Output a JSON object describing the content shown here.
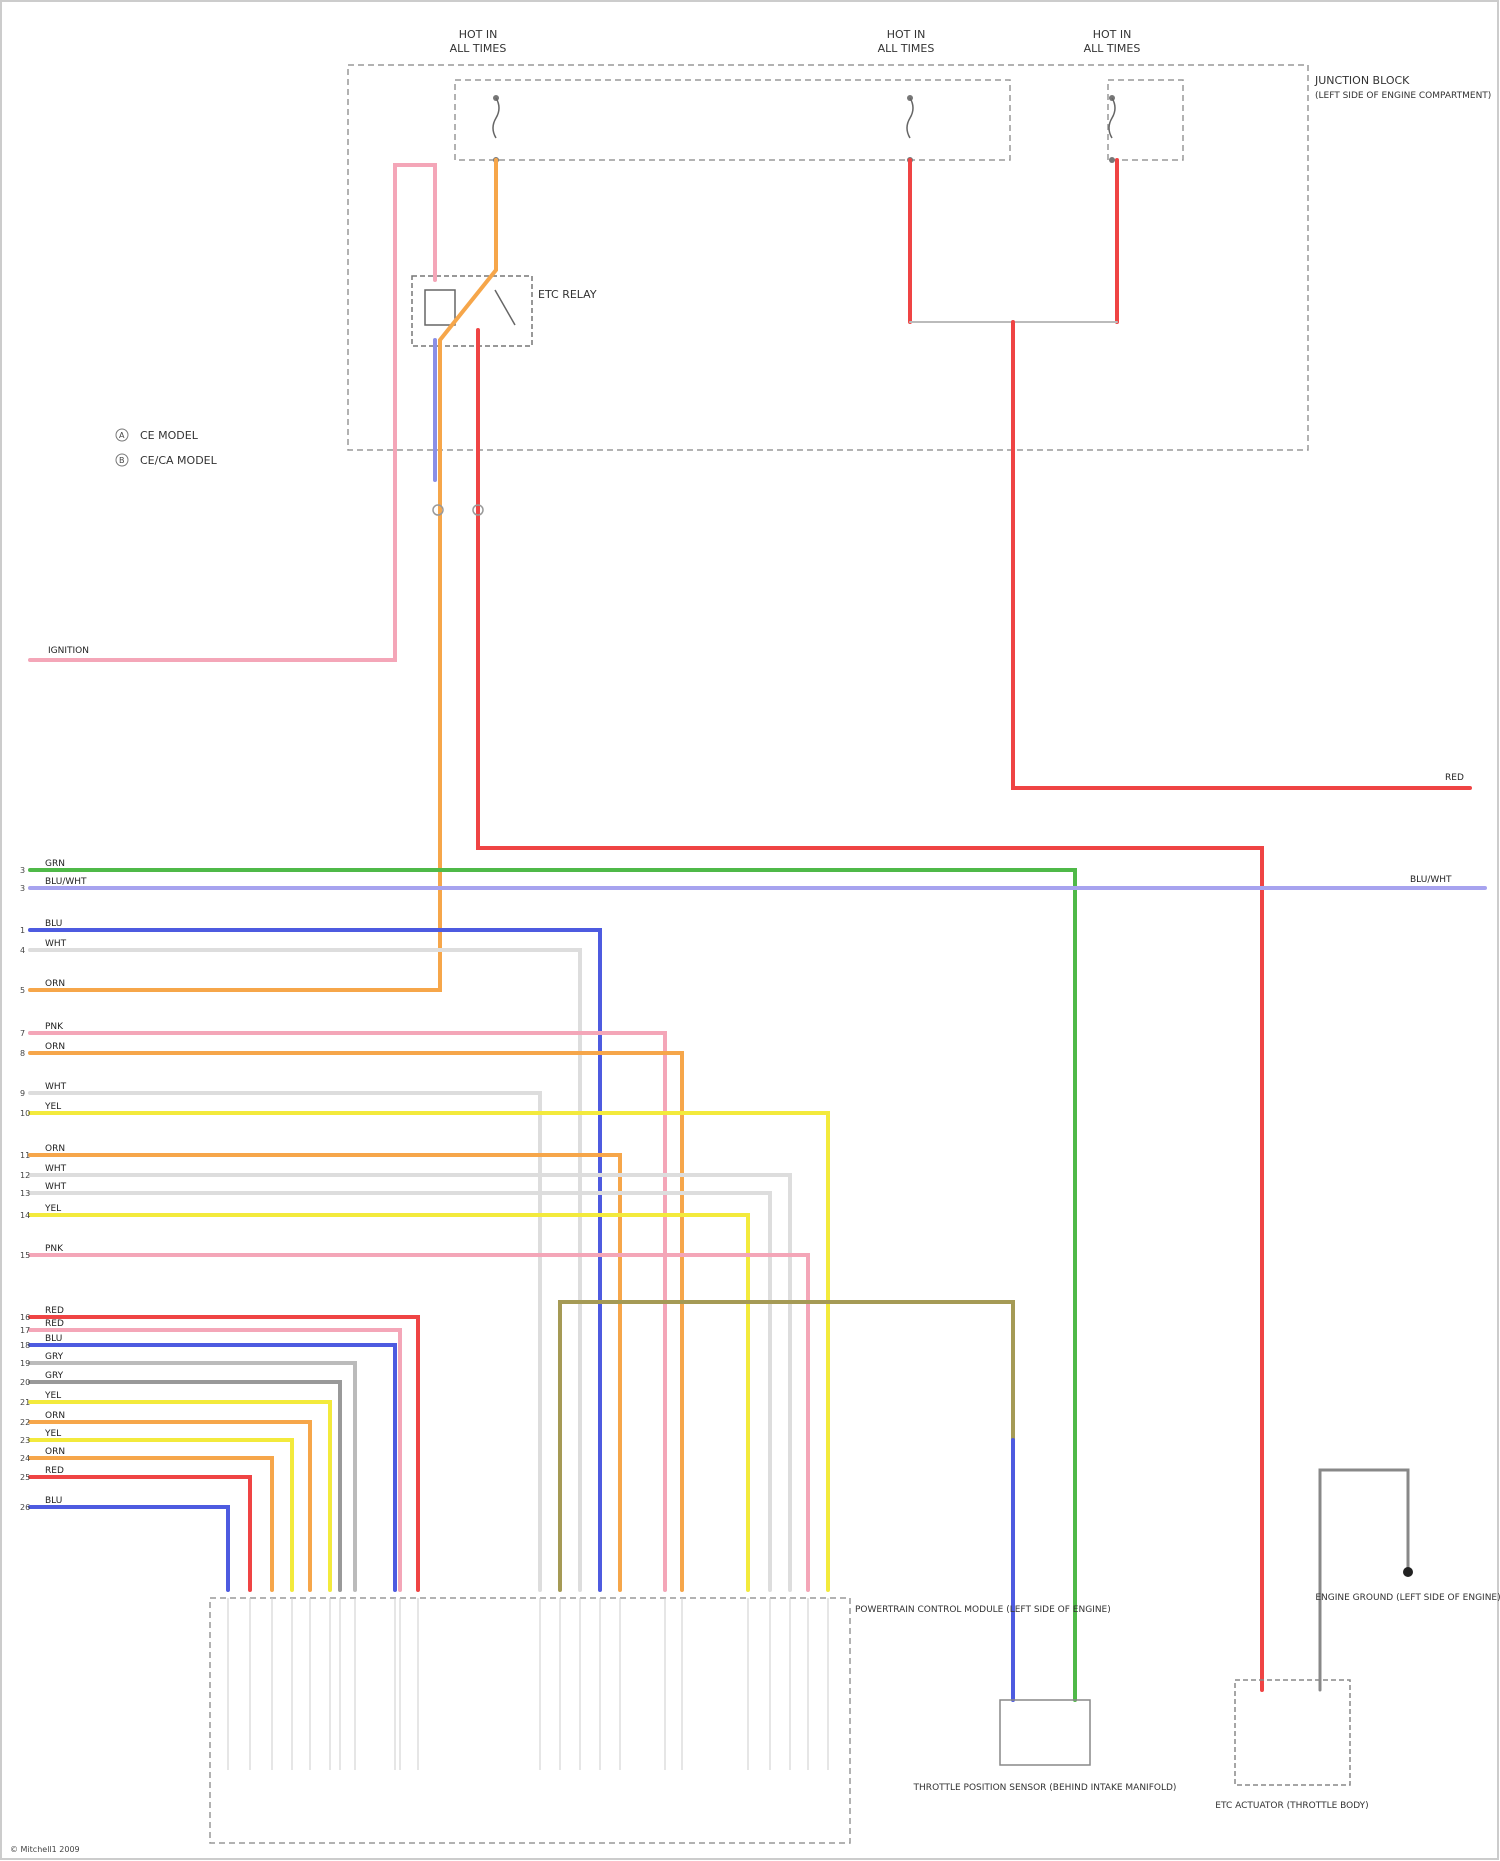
{
  "fuses": [
    {
      "top": "HOT IN",
      "mid": "ALL TIMES"
    },
    {
      "top": "HOT IN",
      "mid": "ALL TIMES"
    },
    {
      "top": "HOT IN",
      "mid": "ALL TIMES"
    }
  ],
  "junction_block": {
    "name": "JUNCTION BLOCK",
    "sub": "(LEFT SIDE OF ENGINE COMPARTMENT)"
  },
  "relay": {
    "name": "ETC RELAY"
  },
  "legend": {
    "a": "CE MODEL",
    "b": "CE/CA MODEL"
  },
  "left_label_top": "IGNITION",
  "right_label_red": "RED",
  "right_label_blu": "BLU/WHT",
  "left_wires": [
    {
      "n": "3",
      "c": "GRN"
    },
    {
      "n": "3",
      "c": "BLU/WHT"
    },
    {
      "n": "1",
      "c": "BLU"
    },
    {
      "n": "4",
      "c": "WHT"
    },
    {
      "n": "5",
      "c": "ORN"
    },
    {
      "n": "7",
      "c": "PNK"
    },
    {
      "n": "8",
      "c": "ORN"
    },
    {
      "n": "9",
      "c": "WHT"
    },
    {
      "n": "10",
      "c": "YEL"
    },
    {
      "n": "11",
      "c": "ORN"
    },
    {
      "n": "12",
      "c": "WHT"
    },
    {
      "n": "13",
      "c": "WHT"
    },
    {
      "n": "14",
      "c": "YEL"
    },
    {
      "n": "15",
      "c": "PNK"
    },
    {
      "n": "16",
      "c": "RED"
    },
    {
      "n": "17",
      "c": "RED"
    },
    {
      "n": "18",
      "c": "BLU"
    },
    {
      "n": "19",
      "c": "GRY"
    },
    {
      "n": "20",
      "c": "GRY"
    },
    {
      "n": "21",
      "c": "YEL"
    },
    {
      "n": "22",
      "c": "ORN"
    },
    {
      "n": "23",
      "c": "YEL"
    },
    {
      "n": "24",
      "c": "ORN"
    },
    {
      "n": "25",
      "c": "RED"
    },
    {
      "n": "26",
      "c": "BLU"
    }
  ],
  "pcm": {
    "name": "POWERTRAIN CONTROL MODULE (LEFT SIDE OF ENGINE)"
  },
  "sensor": {
    "name": "THROTTLE POSITION SENSOR (BEHIND INTAKE MANIFOLD)"
  },
  "ground": {
    "name": "ENGINE GROUND (LEFT SIDE OF ENGINE)"
  },
  "actuator": {
    "name": "ETC ACTUATOR (THROTTLE BODY)"
  },
  "watermark": "© Mitchell1 2009"
}
